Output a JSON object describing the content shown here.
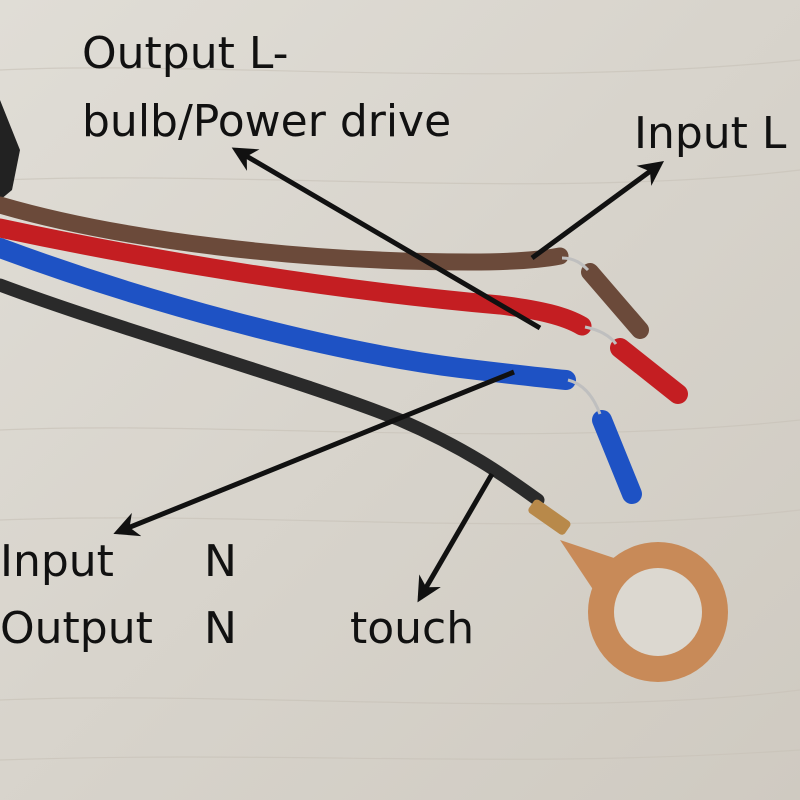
{
  "labels": {
    "output_l_line1": "Output L-",
    "output_l_line2": "bulb/Power drive",
    "input_l": "Input L",
    "input_n_word": "Input",
    "input_n_letter": "N",
    "output_n_word": "Output",
    "output_n_letter": "N",
    "touch": "touch"
  },
  "colors": {
    "background": "#d8d4cc",
    "wire_brown": "#6b4a3a",
    "wire_red": "#c41e22",
    "wire_blue": "#1e52c4",
    "wire_black": "#2a2a2a",
    "copper": "#c88a58",
    "arrow": "#111111"
  }
}
